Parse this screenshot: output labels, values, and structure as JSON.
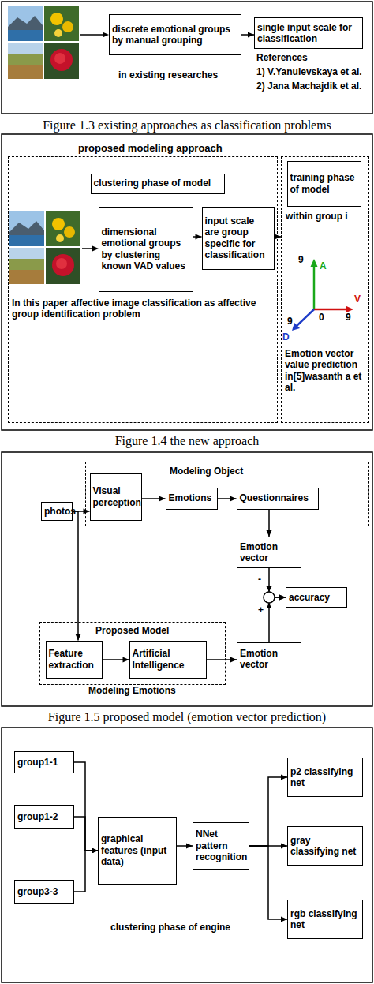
{
  "diagram": {
    "nodes": [
      {
        "text": [
          "discrete emotional groups by manual grouping"
        ]
      },
      {
        "text": [
          "single input scale for classification"
        ]
      },
      {
        "text": [
          "proposed modeling approach",
          "In this paper affective image classification as affective group identification problem"
        ]
      },
      {
        "text": [
          "clustering phase of model"
        ],
        "in": 2
      },
      {
        "text": [
          "dimensional emotional groups by clustering known VAD values"
        ],
        "in": 2
      },
      {
        "text": [
          "input scale are group specific for classification"
        ],
        "in": 2
      },
      {
        "text": [
          "within group i",
          "Emotion vector value prediction in[5]wasanth a et al."
        ]
      },
      {
        "text": [
          "training phase of model"
        ],
        "in": 6
      },
      {
        "text": [
          "photos"
        ]
      },
      {
        "text": [
          "Modeling Object"
        ]
      },
      {
        "text": [
          "Visual perception"
        ],
        "in": 9
      },
      {
        "text": [
          "Emotions"
        ],
        "in": 9
      },
      {
        "text": [
          "Questionnaires"
        ],
        "in": 9
      },
      {
        "text": [
          "Emotion vector"
        ]
      },
      {
        "text": [
          "accuracy"
        ]
      },
      {
        "text": [
          "Proposed Model"
        ]
      },
      {
        "text": [
          "Feature extraction"
        ],
        "in": 15
      },
      {
        "text": [
          "Artificial Intelligence"
        ],
        "in": 15
      },
      {
        "text": [
          "Emotion vector"
        ]
      },
      {
        "text": [
          "group1-1"
        ]
      },
      {
        "text": [
          "group1-2"
        ]
      },
      {
        "text": [
          "group3-3"
        ]
      },
      {
        "text": [
          "graphical features (input data)"
        ]
      },
      {
        "text": [
          "NNet pattern recognition"
        ]
      },
      {
        "text": [
          "p2 classifying net"
        ]
      },
      {
        "text": [
          "gray classifying net"
        ]
      },
      {
        "text": [
          "rgb classifying net"
        ]
      }
    ],
    "edges": [
      {
        "from": 0,
        "to": 1,
        "arrow": "to"
      },
      {
        "from": 4,
        "to": 5,
        "arrow": "to"
      },
      {
        "from": 5,
        "to": 6,
        "arrow": "to"
      },
      {
        "from": 8,
        "to": 10,
        "arrow": "to"
      },
      {
        "from": 10,
        "to": 11,
        "arrow": "to"
      },
      {
        "from": 11,
        "to": 12,
        "arrow": "to"
      },
      {
        "from": 12,
        "to": 13,
        "arrow": "to"
      },
      {
        "from": 8,
        "to": 16,
        "arrow": "to"
      },
      {
        "from": 16,
        "to": 17,
        "arrow": "to"
      },
      {
        "from": 17,
        "to": 18,
        "arrow": "to"
      },
      {
        "from": 13,
        "to": 14,
        "arrow": "to"
      },
      {
        "from": 18,
        "to": 14,
        "arrow": "to"
      },
      {
        "from": 19,
        "to": 22,
        "arrow": "to"
      },
      {
        "from": 20,
        "to": 22,
        "arrow": "to"
      },
      {
        "from": 21,
        "to": 22,
        "arrow": "to"
      },
      {
        "from": 22,
        "to": 23,
        "arrow": "to"
      },
      {
        "from": 23,
        "to": 24,
        "arrow": "to"
      },
      {
        "from": 23,
        "to": 25,
        "arrow": "to"
      },
      {
        "from": 23,
        "to": 26,
        "arrow": "to"
      }
    ],
    "labels": [
      "in existing researches",
      "References",
      "1) V.Yanulevskaya et al.",
      "2) Jana Machajdik et al.",
      "Figure 1.3 existing approaches as classification problems",
      "9",
      "A",
      "V",
      "0",
      "9",
      "9",
      "D",
      "Figure 1.4 the new approach",
      "-",
      "+",
      "Modeling Emotions",
      "Figure 1.5 proposed model (emotion vector prediction)",
      "clustering phase of engine"
    ]
  }
}
